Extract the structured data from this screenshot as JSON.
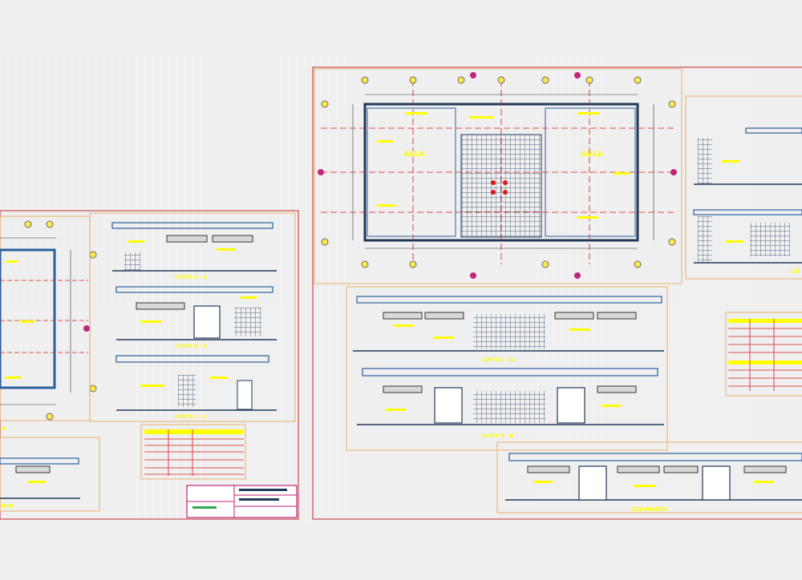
{
  "drawing": {
    "colors": {
      "background": "#efefef",
      "frame_red": "#c0282b",
      "frame_orange": "#e6a24a",
      "wall_blue": "#2b5f9c",
      "wall_dark": "#20385a",
      "axis_dash": "#d81c1c",
      "note_yellow": "#ffff00",
      "marker_magenta": "#c0267c",
      "bubble_yellow": "#ffe94a"
    },
    "labels": {
      "left_plan_fragment": "A",
      "left_elevation_fragment": "ION",
      "left_section_1": "CORTE A - A",
      "left_section_2": "CORTE B - B",
      "left_section_3": "CORTE C - C",
      "right_plan_room_left": "AULA",
      "right_plan_room_right": "AULA",
      "right_section_1": "CORTE A - A",
      "right_section_2": "CORTE B - B",
      "right_elevation": "ELEVACION",
      "right_edge_fragment": "CO"
    }
  }
}
